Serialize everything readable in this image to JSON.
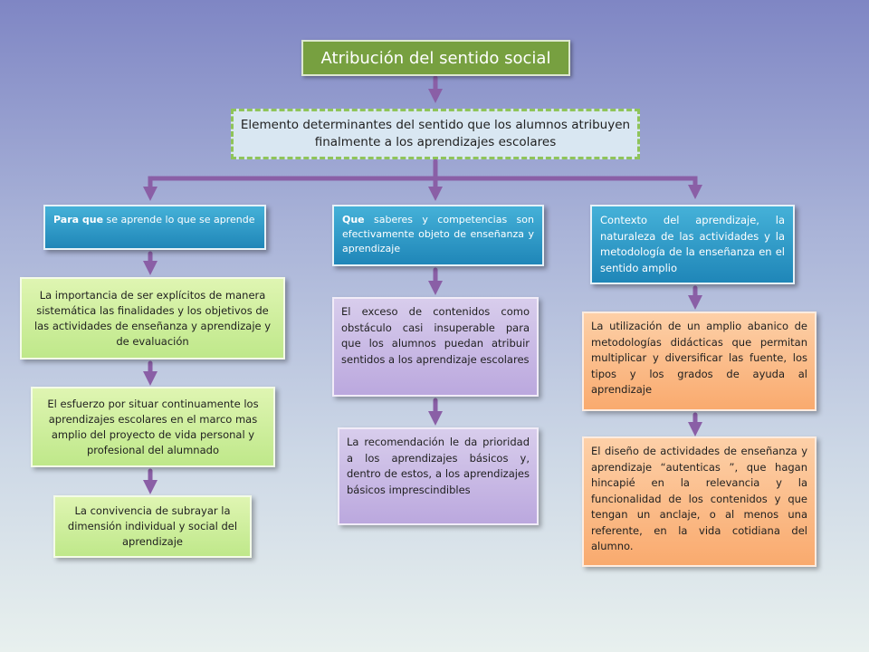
{
  "title": "Atribución del sentido social",
  "subtitle": "Elemento determinantes del sentido que los alumnos atribuyen finalmente a los aprendizajes escolares",
  "columns": [
    {
      "header_bold": "Para que",
      "header_rest": " se aprende lo que se aprende",
      "items": [
        "La importancia de ser explícitos de manera sistemática las finalidades y los objetivos de las actividades de enseñanza y aprendizaje y de evaluación",
        "El esfuerzo por situar continuamente los aprendizajes escolares en el marco mas amplio del proyecto de vida personal y profesional del alumnado",
        "La convivencia de subrayar la dimensión individual y social del aprendizaje"
      ]
    },
    {
      "header_bold": "Que",
      "header_rest": " saberes y competencias son efectivamente objeto de enseñanza y aprendizaje",
      "items": [
        "El exceso de contenidos como obstáculo casi insuperable para que los alumnos puedan atribuir sentidos a los aprendizaje escolares",
        "La recomendación le da prioridad a los aprendizajes básicos y, dentro de estos, a los aprendizajes básicos imprescindibles"
      ]
    },
    {
      "header_bold": "",
      "header_rest": "Contexto del aprendizaje, la naturaleza de las actividades y la metodología de la enseñanza en el sentido amplio",
      "items": [
        "La utilización de un amplio abanico de metodologías didácticas que permitan multiplicar y diversificar las fuente, los tipos y los grados de ayuda al aprendizaje",
        "El diseño de actividades de enseñanza y aprendizaje “autenticas ”, que hagan hincapié en la relevancia y la funcionalidad de los contenidos y que tengan un anclaje, o al menos una referente, en la vida cotidiana del alumno."
      ]
    }
  ],
  "colors": {
    "title_bg": "#77a040",
    "subtitle_border": "#8fc45a",
    "header_bg": "#2e9bc8",
    "green_box": "#cdeea0",
    "purple_box": "#c8b8e4",
    "orange_box": "#fbbd88",
    "arrow": "#8a5fa6"
  }
}
